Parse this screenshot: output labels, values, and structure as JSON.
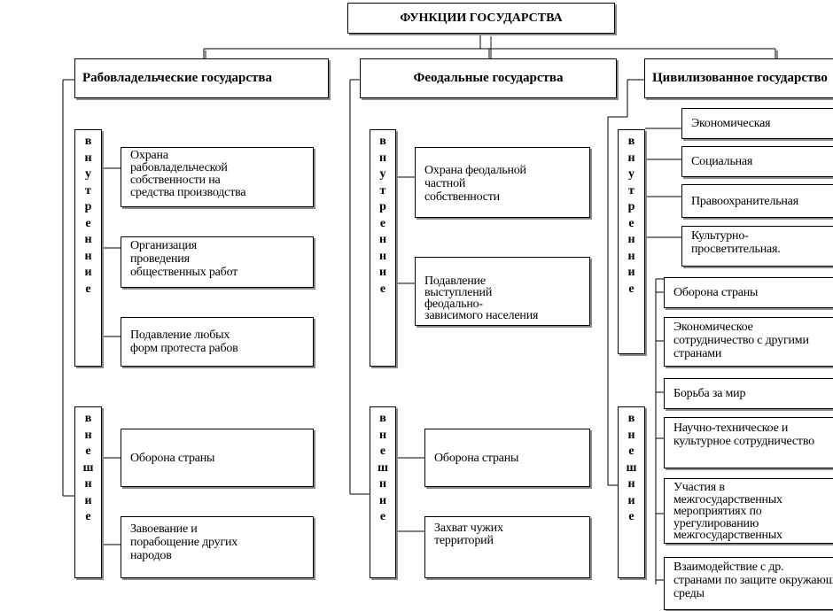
{
  "title": "ФУНКЦИИ ГОСУДАРСТВА",
  "columns": [
    {
      "heading": "Рабовладельческие государства",
      "internal_label": "внутренние",
      "internal_functions": [
        "Охрана\nрабовладельческой\nсобственности на\nсредства производства",
        "Организация\nпроведения\nобщественных работ",
        "Подавление любых\nформ протеста рабов"
      ],
      "external_label": "внешние",
      "external_functions": [
        "Оборона страны",
        "Завоевание и\nпорабощение других\nнародов"
      ]
    },
    {
      "heading": "Феодальные государства",
      "internal_label": "внутренние",
      "internal_functions": [
        "Охрана феодальной\nчастной\nсобственности",
        "Подавление\nвыступлений\nфеодально-\nзависимого населения"
      ],
      "external_label": "внешние",
      "external_functions": [
        "Оборона страны",
        "Захват чужих\nтерриторий"
      ]
    },
    {
      "heading": "Цивилизованное государство",
      "internal_label": "внутренние",
      "internal_functions": [
        "Экономическая",
        "Социальная",
        "Правоохранительная",
        "Культурно-\nпросветительная."
      ],
      "external_label": "внешние",
      "external_functions": [
        "Оборона страны",
        "Экономическое\nсотрудничество с другими\nстранами",
        "Борьба за мир",
        "Научно-техническое и\nкультурное сотрудничество",
        "Участия в\nмежгосударственных\nмероприятиях по\nурегулированию\nмежгосударственных",
        "Взаимодействие с др.\nстранами по защите окружающей\nсреды"
      ]
    }
  ]
}
